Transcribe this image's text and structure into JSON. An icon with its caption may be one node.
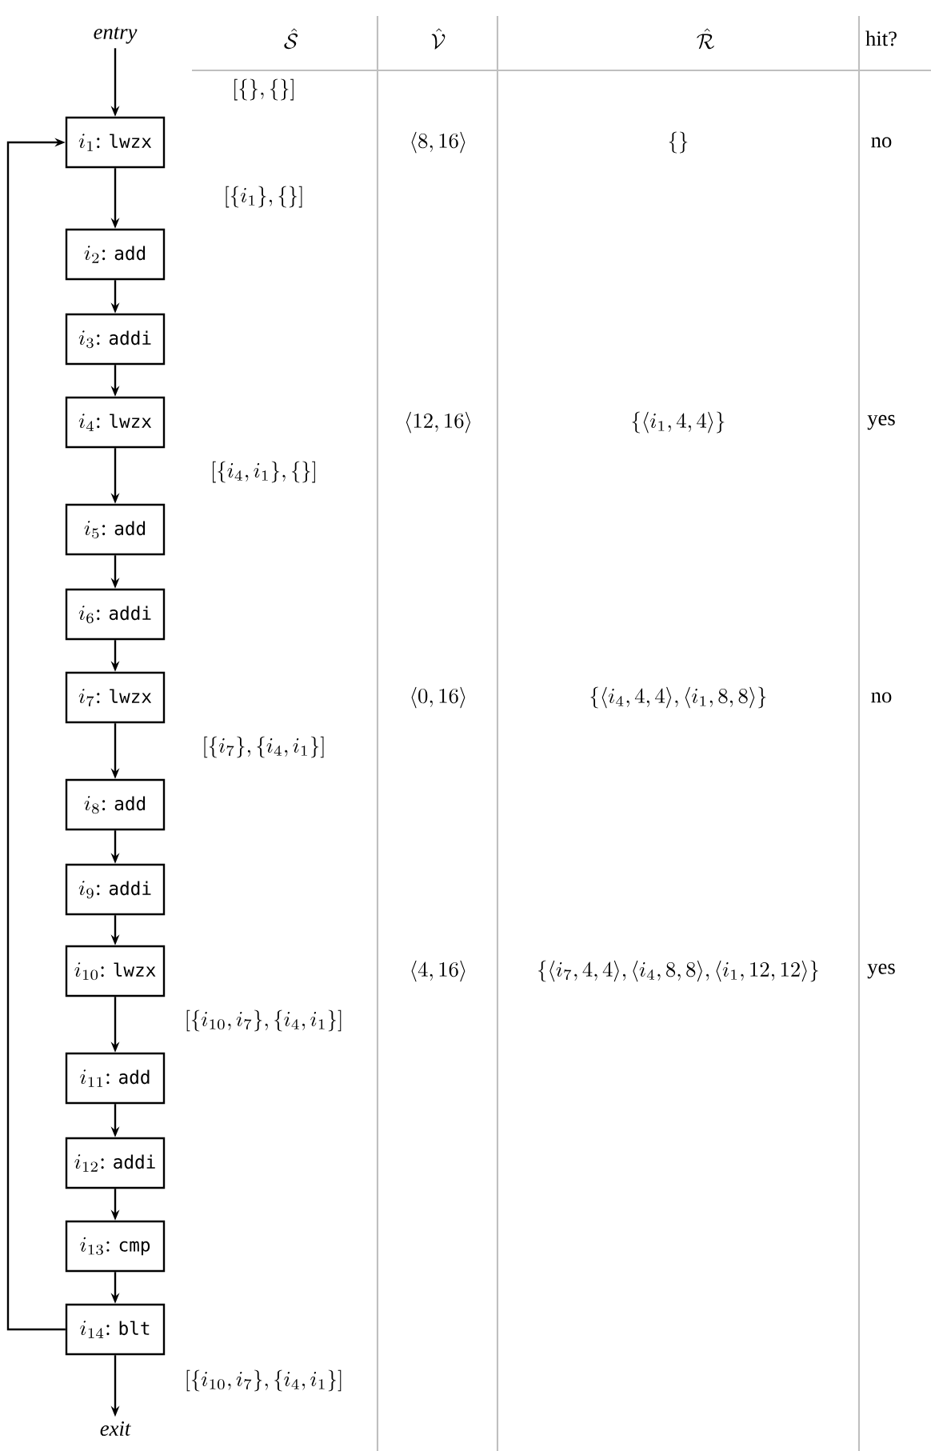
{
  "diagram": {
    "nodes": [
      {
        "text": [
          "entry"
        ]
      },
      {
        "text": [
          "i_{1}\\text{: }\\texttt{lwzx}"
        ]
      },
      {
        "text": [
          "i_{2}\\text{: }\\texttt{add}"
        ]
      },
      {
        "text": [
          "i_{3}\\text{: }\\texttt{addi}"
        ]
      },
      {
        "text": [
          "i_{4}\\text{: }\\texttt{lwzx}"
        ]
      },
      {
        "text": [
          "i_{5}\\text{: }\\texttt{add}"
        ]
      },
      {
        "text": [
          "i_{6}\\text{: }\\texttt{addi}"
        ]
      },
      {
        "text": [
          "i_{7}\\text{: }\\texttt{lwzx}"
        ]
      },
      {
        "text": [
          "i_{8}\\text{: }\\texttt{add}"
        ]
      },
      {
        "text": [
          "i_{9}\\text{: }\\texttt{addi}"
        ]
      },
      {
        "text": [
          "i_{10}\\text{: }\\texttt{lwzx}"
        ]
      },
      {
        "text": [
          "i_{11}\\text{: }\\texttt{add}"
        ]
      },
      {
        "text": [
          "i_{12}\\text{: }\\texttt{addi}"
        ]
      },
      {
        "text": [
          "i_{13}\\text{: }\\texttt{cmp}"
        ]
      },
      {
        "text": [
          "i_{14}\\text{: }\\texttt{blt}"
        ]
      },
      {
        "text": [
          "exit"
        ]
      }
    ],
    "edges": [
      {
        "from": 0,
        "to": 1,
        "arrow": "to"
      },
      {
        "from": 1,
        "to": 2,
        "arrow": "to"
      },
      {
        "from": 2,
        "to": 3,
        "arrow": "to"
      },
      {
        "from": 3,
        "to": 4,
        "arrow": "to"
      },
      {
        "from": 4,
        "to": 5,
        "arrow": "to"
      },
      {
        "from": 5,
        "to": 6,
        "arrow": "to"
      },
      {
        "from": 6,
        "to": 7,
        "arrow": "to"
      },
      {
        "from": 7,
        "to": 8,
        "arrow": "to"
      },
      {
        "from": 8,
        "to": 9,
        "arrow": "to"
      },
      {
        "from": 9,
        "to": 10,
        "arrow": "to"
      },
      {
        "from": 10,
        "to": 11,
        "arrow": "to"
      },
      {
        "from": 11,
        "to": 12,
        "arrow": "to"
      },
      {
        "from": 12,
        "to": 13,
        "arrow": "to"
      },
      {
        "from": 13,
        "to": 14,
        "arrow": "to"
      },
      {
        "from": 14,
        "to": 15,
        "arrow": "to"
      },
      {
        "from": 14,
        "to": 1,
        "arrow": "to"
      }
    ],
    "labels": [
      "\\hat{\\mathcal{S}}",
      "\\hat{\\mathcal{V}}",
      "\\hat{\\mathcal{R}}",
      "hit?",
      "[\\{\\},\\{\\}]",
      "\\langle 8,16\\rangle",
      "\\{\\}",
      "no",
      "[\\{i_{1}\\},\\{\\}]",
      "\\langle 12,16\\rangle",
      "\\{\\langle i_{1},4,4\\rangle\\}",
      "yes",
      "[\\{i_{4},i_{1}\\},\\{\\}]",
      "\\langle 0,16\\rangle",
      "\\{\\langle i_{4},4,4\\rangle,\\langle i_{1},8,8\\rangle\\}",
      "no",
      "[\\{i_{7}\\},\\{i_{4},i_{1}\\}]",
      "\\langle 4,16\\rangle",
      "\\{\\langle i_{7},4,4\\rangle,\\langle i_{4},8,8\\rangle,\\langle i_{1},12,12\\rangle\\}",
      "yes",
      "[\\{i_{10},i_{7}\\},\\{i_{4},i_{1}\\}]",
      "[\\{i_{10},i_{7}\\},\\{i_{4},i_{1}\\}]"
    ]
  }
}
